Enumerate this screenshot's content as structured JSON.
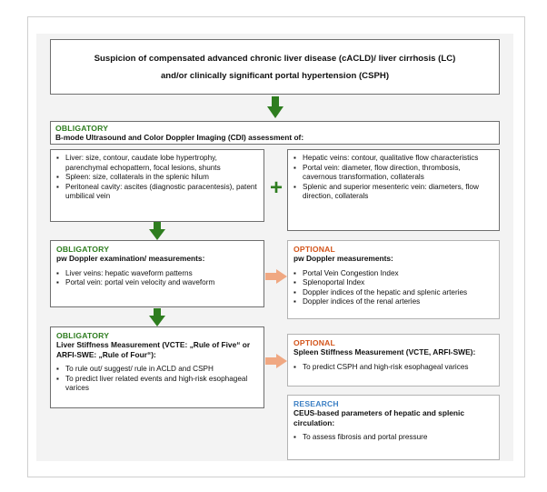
{
  "colors": {
    "green": "#2e7d1f",
    "orange": "#d3541a",
    "blue": "#3b7fc4",
    "arrow_orange": "#f0a882"
  },
  "top": {
    "line1": "Suspicion of compensated advanced chronic liver disease (cACLD)/ liver cirrhosis (LC)",
    "line2": "and/or clinically significant portal hypertension (CSPH)"
  },
  "header": {
    "tag": "OBLIGATORY",
    "title": "B-mode Ultrasound and Color Doppler Imaging (CDI) assessment of:"
  },
  "left_box": {
    "items": [
      "Liver: size, contour, caudate lobe hypertrophy, parenchymal echopattern, focal lesions, shunts",
      "Spleen: size, collaterals in the splenic hilum",
      "Peritoneal cavity: ascites (diagnostic paracentesis), patent umbilical vein"
    ]
  },
  "plus_symbol": "+",
  "right_box": {
    "items": [
      "Hepatic veins: contour, qualitative flow characteristics",
      "Portal vein: diameter, flow direction, thrombosis, cavernous transformation, collaterals",
      "Splenic and superior mesenteric vein:    diameters, flow direction, collaterals"
    ]
  },
  "pw_box": {
    "tag": "OBLIGATORY",
    "title": "pw Doppler examination/ measurements:",
    "items": [
      "Liver veins: hepatic waveform patterns",
      "Portal vein: portal vein velocity and waveform"
    ]
  },
  "optional_pw": {
    "tag": "OPTIONAL",
    "title": "pw Doppler measurements:",
    "items": [
      "Portal Vein Congestion Index",
      "Splenoportal Index",
      "Doppler indices of the hepatic and splenic arteries",
      "Doppler indices of the renal arteries"
    ]
  },
  "lsm_box": {
    "tag": "OBLIGATORY",
    "title": "Liver Stiffness Measurement (VCTE: „Rule of Five“ or ARFI-SWE: „Rule of Four“):",
    "items": [
      "To rule out/ suggest/ rule in ACLD and CSPH",
      "To predict liver related events and high-risk esophageal varices"
    ]
  },
  "optional_ssm": {
    "tag": "OPTIONAL",
    "title": "Spleen Stiffness Measurement (VCTE, ARFI-SWE):",
    "items": [
      "To predict CSPH and high-risk esophageal varices"
    ]
  },
  "research_box": {
    "tag": "RESEARCH",
    "title": "CEUS-based parameters of hepatic and splenic circulation:",
    "items": [
      "To assess fibrosis  and portal pressure"
    ]
  }
}
